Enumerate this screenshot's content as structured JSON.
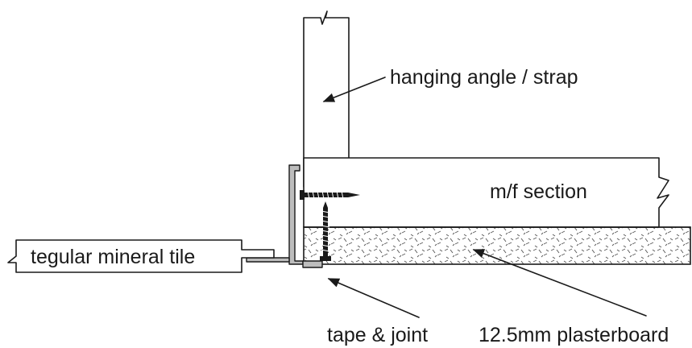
{
  "labels": {
    "hanging": "hanging angle / strap",
    "mf_section": "m/f section",
    "tile": "tegular mineral tile",
    "tape": "tape & joint",
    "plasterboard": "12.5mm plasterboard"
  },
  "icons": {
    "arrow": "arrow-icon",
    "screw": "screw-icon",
    "break": "break-line-icon"
  }
}
